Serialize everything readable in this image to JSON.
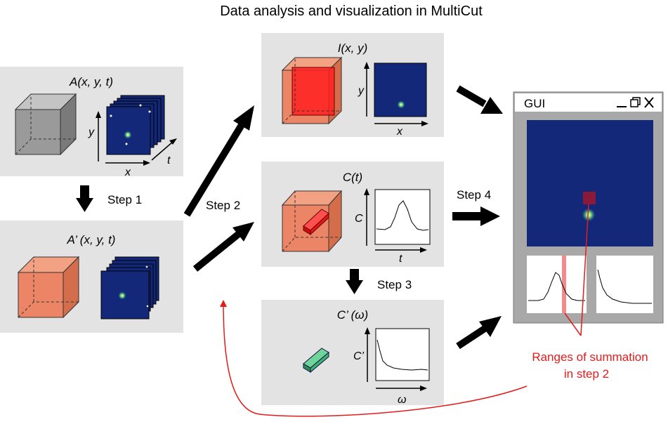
{
  "title": "Data analysis and visualization in MultiCut",
  "panels": {
    "raw": {
      "label": "A(x, y, t)",
      "axis_x": "x",
      "axis_y": "y",
      "axis_t": "t"
    },
    "processed": {
      "label": "A’ (x, y, t)"
    },
    "image": {
      "label": "I(x, y)",
      "axis_x": "x",
      "axis_y": "y"
    },
    "trace": {
      "label": "C(t)",
      "axis_x": "t",
      "axis_y": "C"
    },
    "spectrum": {
      "label": "C’ (ω)",
      "axis_x": "ω",
      "axis_y": "C’"
    }
  },
  "steps": {
    "step1": "Step 1",
    "step2": "Step 2",
    "step3": "Step 3",
    "step4": "Step 4"
  },
  "gui": {
    "title": "GUI",
    "minimize": "_",
    "restore": "❐",
    "close": "✕"
  },
  "annotation": {
    "line1": "Ranges of summation",
    "line2": "in step 2"
  },
  "colors": {
    "panel_bg": "#e3e3e3",
    "cube_gray": "#9a9a9a",
    "cube_orange": "#ec8565",
    "image_blue": "#142879",
    "highlight_red": "#ff2020",
    "green_bar": "#3cb371",
    "annotation_red": "#e41b1b",
    "gui_frame": "#a8a8a8"
  }
}
